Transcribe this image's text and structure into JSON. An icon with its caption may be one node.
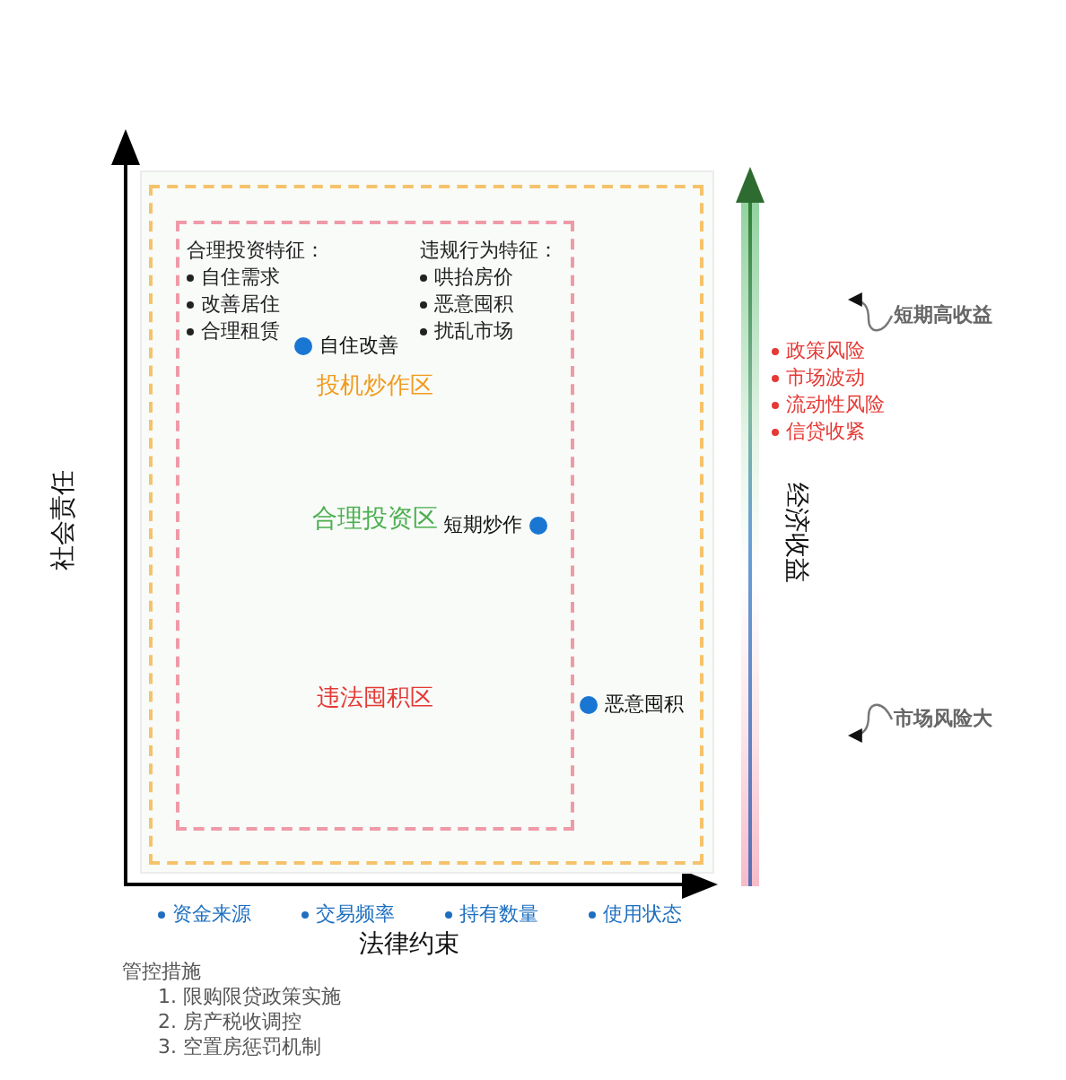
{
  "diagram": {
    "nodes": [
      {
        "text": [],
        "shape": "box"
      },
      {
        "text": [],
        "shape": "box",
        "in": 0
      },
      {
        "text": [],
        "shape": "box",
        "in": 1
      },
      {
        "text": [
          "自住改善"
        ],
        "in": 2
      },
      {
        "text": [
          "短期炒作"
        ],
        "in": 2
      },
      {
        "text": [
          "恶意囤积"
        ],
        "in": 1
      },
      {
        "text": [
          "短期高收益"
        ]
      },
      {
        "text": [
          "市场风险大"
        ]
      }
    ],
    "edges": [
      {
        "from": 6,
        "to": null,
        "arrow": "to"
      },
      {
        "from": 7,
        "to": null,
        "arrow": "to"
      }
    ],
    "labels": [
      "合理投资特征：",
      "自住需求",
      "改善居住",
      "合理租赁",
      "违规行为特征：",
      "哄抬房价",
      "恶意囤积",
      "扰乱市场",
      "政策风险",
      "市场波动",
      "流动性风险",
      "信贷收紧",
      "投机炒作区",
      "合理投资区",
      "违法囤积区",
      "社会责任",
      "经济收益",
      "资金来源",
      "交易频率",
      "持有数量",
      "使用状态",
      "法律约束",
      "管控措施",
      "1. 限购限贷政策实施",
      "2. 房产税收调控",
      "3. 空置房惩罚机制"
    ]
  }
}
